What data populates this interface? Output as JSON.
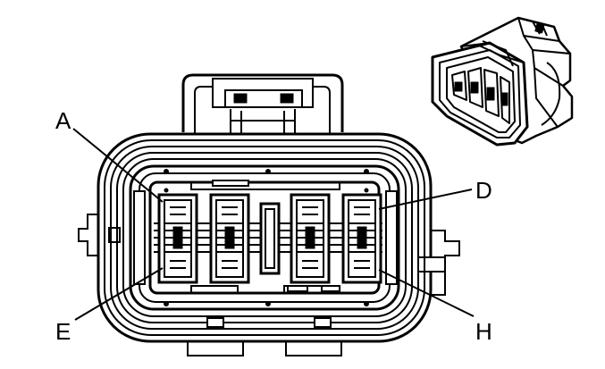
{
  "diagram": {
    "colors": {
      "line": "#000000",
      "background": "#ffffff"
    },
    "callouts": [
      {
        "id": "A",
        "label": "A"
      },
      {
        "id": "D",
        "label": "D"
      },
      {
        "id": "E",
        "label": "E"
      },
      {
        "id": "H",
        "label": "H"
      }
    ]
  }
}
